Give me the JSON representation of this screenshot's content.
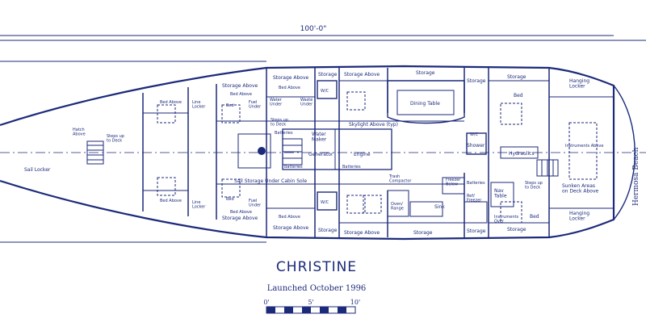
{
  "dimension": "100'-0\"",
  "vessel_name": "CHRISTINE",
  "launched": "Launched October 1996",
  "brand": "Hermosa Beach",
  "scale": {
    "labels": [
      "0'",
      "5'",
      "10'"
    ]
  },
  "labels": {
    "sail_locker": "Sail Locker",
    "hatch_above": "Hatch\nAbove",
    "steps_up_deck_fwd": "Steps up\nto Deck",
    "bed_fwd_port": "Bed Above",
    "bed_fwd_stbd": "Bed Above",
    "bed_port_aft": "Bed",
    "bed_stbd_aft": "Bed",
    "line_locker_top": "Line\nLocker",
    "line_locker_bottom": "Line\nLocker",
    "storage_above_1": "Storage Above",
    "storage_above_2": "Storage Above",
    "bed_above_1": "Bed Above",
    "bed_above_2": "Bed Above",
    "fuel_under_1": "Fuel\nUnder",
    "fuel_under_2": "Fuel\nUnder",
    "storage_above_3": "Storage Above",
    "storage_above_4": "Storage Above",
    "bed_above_3": "Bed Above",
    "bed_above_4": "Bed Above",
    "water_under": "Water\nUnder",
    "waste_under": "Waste\nUnder",
    "storage_top_small": "Storage",
    "storage_bottom_small": "Storage",
    "storage_above_5": "Storage Above",
    "storage_above_6": "Storage Above",
    "storage_top_mid": "Storage",
    "storage_bottom_mid": "Storage",
    "skylight": "Skylight Above (typ)",
    "dining_table": "Dining Table",
    "steps_up_deck_mid": "Steps up\nto Deck",
    "batteries_1": "Batteries",
    "batteries_2": "Batteries",
    "batteries_3": "Batteries",
    "batteries_4": "Batteries",
    "water_maker": "Water\nMaker",
    "generator": "Generator",
    "engine": "Engine",
    "sail_storage": "Sail Storage Under Cabin Sole",
    "trash_compactor": "Trash\nCompactor",
    "freezer_below": "Freezer\nBelow",
    "oven_range": "Oven/\nRange",
    "sink": "Sink",
    "ref_freezer": "Ref/\nFreezer",
    "storage_top_aft": "Storage",
    "storage_bottom_aft": "Storage",
    "storage_top_aft2": "Storage",
    "storage_bottom_aft2": "Storage",
    "bed_aft": "Bed",
    "bed_aft_bottom": "Bed",
    "shower": "Shower",
    "hydraulics": "Hydraulics",
    "nav_table": "Nav\nTable",
    "instruments_over": "Instruments\nOver",
    "instruments_above": "Instruments Above",
    "steps_up_deck_aft": "Steps up\nto Deck",
    "sunken_areas": "Sunken Areas\non Deck Above",
    "hanging_locker_top": "Hanging\nLocker",
    "hanging_locker_bottom": "Hanging\nLocker",
    "wc_1": "W/C",
    "wc_2": "W/C",
    "wc_3": "W/C"
  }
}
